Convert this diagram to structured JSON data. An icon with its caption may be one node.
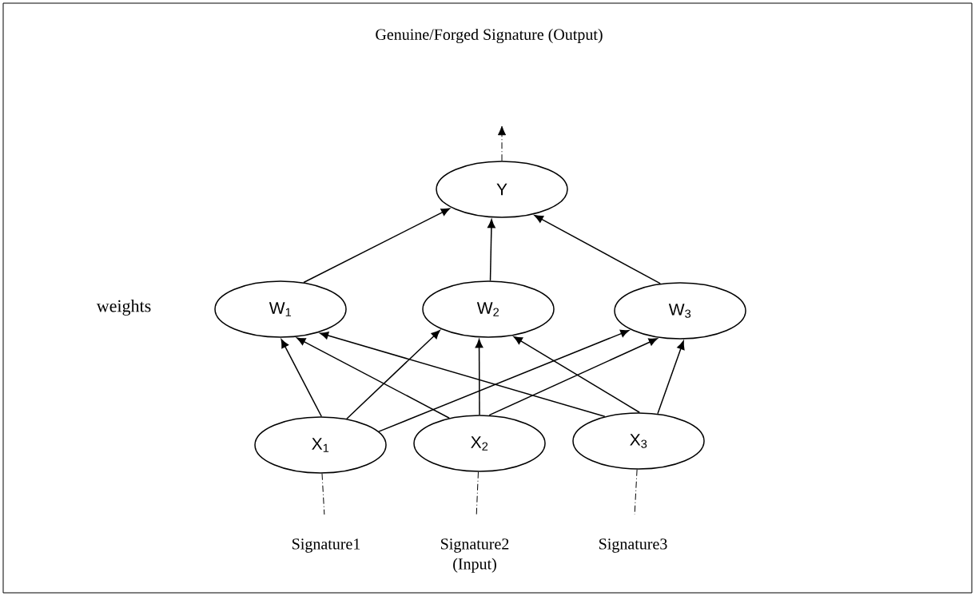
{
  "diagram": {
    "title": "Genuine/Forged Signature (Output)",
    "nodes": [
      {
        "text": [
          "Y"
        ]
      },
      {
        "text": [
          "W$_{1}$"
        ]
      },
      {
        "text": [
          "W$_{2}$"
        ]
      },
      {
        "text": [
          "W$_{3}$"
        ]
      },
      {
        "text": [
          "X$_{1}$"
        ]
      },
      {
        "text": [
          "X$_{2}$"
        ]
      },
      {
        "text": [
          "X$_{3}$"
        ]
      },
      {
        "text": [
          "Signature1"
        ]
      },
      {
        "text": [
          "Signature2 (Input)"
        ]
      },
      {
        "text": [
          "Signature3"
        ]
      }
    ],
    "edges": [
      {
        "from": 0,
        "to": null,
        "arrow": "to",
        "style": "dashed"
      },
      {
        "from": 1,
        "to": 0,
        "arrow": "to"
      },
      {
        "from": 2,
        "to": 0,
        "arrow": "to"
      },
      {
        "from": 3,
        "to": 0,
        "arrow": "to"
      },
      {
        "from": 4,
        "to": 1,
        "arrow": "to"
      },
      {
        "from": 4,
        "to": 2,
        "arrow": "to"
      },
      {
        "from": 4,
        "to": 3,
        "arrow": "to"
      },
      {
        "from": 5,
        "to": 1,
        "arrow": "to"
      },
      {
        "from": 5,
        "to": 2,
        "arrow": "to"
      },
      {
        "from": 5,
        "to": 3,
        "arrow": "to"
      },
      {
        "from": 6,
        "to": 1,
        "arrow": "to"
      },
      {
        "from": 6,
        "to": 2,
        "arrow": "to"
      },
      {
        "from": 6,
        "to": 3,
        "arrow": "to"
      },
      {
        "from": 4,
        "to": 7,
        "arrow": "none",
        "style": "dashed"
      },
      {
        "from": 5,
        "to": 8,
        "arrow": "none",
        "style": "dashed"
      },
      {
        "from": 6,
        "to": 9,
        "arrow": "none",
        "style": "dashed"
      }
    ],
    "labels": [
      "weights"
    ]
  }
}
